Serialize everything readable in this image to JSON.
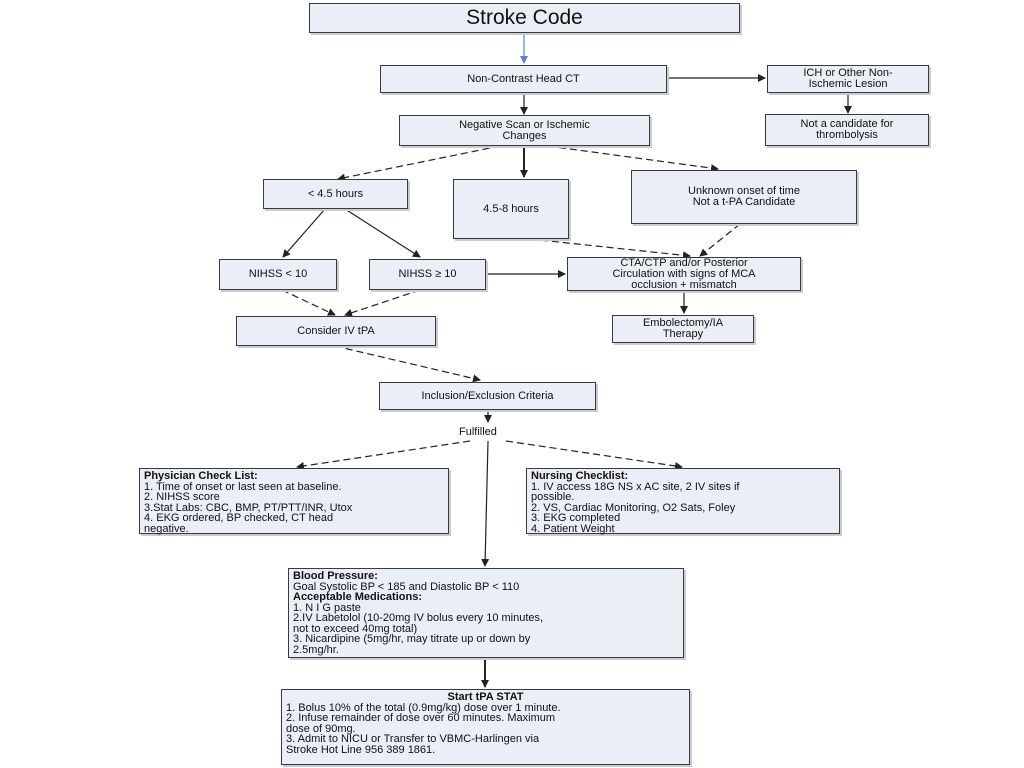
{
  "title": "Stroke Code",
  "nodes": {
    "ct": "Non-Contrast Head CT",
    "ich": [
      "ICH or Other Non-",
      "Ischemic Lesion"
    ],
    "not_candidate": [
      "Not a candidate for",
      "thrombolysis"
    ],
    "negative": [
      "Negative Scan or Ischemic",
      "Changes"
    ],
    "lt45": "< 4.5 hours",
    "h458": "4.5-8 hours",
    "unknown": [
      "Unknown onset of time",
      "Not a t-PA Candidate"
    ],
    "nihss_lt": "NIHSS < 10",
    "nihss_ge": "NIHSS ≥ 10",
    "cta": [
      "CTA/CTP and/or Posterior",
      "Circulation with signs of MCA",
      "occlusion + mismatch"
    ],
    "consider": "Consider IV tPA",
    "embolectomy": [
      "Embolectomy/IA",
      "Therapy"
    ],
    "criteria": "Inclusion/Exclusion Criteria",
    "fulfilled": "Fulfilled"
  },
  "physician": {
    "heading": "Physician Check List:",
    "items": [
      "1. Time of onset or last seen at baseline.",
      "2. NIHSS score",
      "3.Stat Labs: CBC, BMP, PT/PTT/INR, Utox",
      "4. EKG ordered, BP checked, CT head",
      "negative."
    ]
  },
  "nursing": {
    "heading": "Nursing Checklist:",
    "items": [
      "1. IV access 18G NS x AC site, 2 IV sites if",
      "possible.",
      "2. VS, Cardiac Monitoring, O2 Sats, Foley",
      "3. EKG completed",
      "4. Patient Weight"
    ]
  },
  "bp": {
    "heading": "Blood Pressure:",
    "goal": "Goal Systolic BP < 185 and Diastolic BP < 110",
    "meds_heading": "Acceptable Medications:",
    "items": [
      "1. N I G paste",
      "2.IV Labetolol (10-20mg IV bolus every 10 minutes,",
      "not to exceed 40mg total)",
      "3. Nicardipine (5mg/hr, may titrate up or down by",
      "2.5mg/hr."
    ]
  },
  "tpa": {
    "heading": "Start tPA STAT",
    "items": [
      "1. Bolus 10% of the total (0.9mg/kg) dose over 1 minute.",
      "2. Infuse remainder of dose over 60 minutes. Maximum",
      "dose of 90mg.",
      "3. Admit to NICU or Transfer to VBMC-Harlingen via",
      "Stroke Hot Line  956 389 1861."
    ]
  },
  "colors": {
    "box_fill": "#e9eef7",
    "box_border": "#3a3a3a",
    "first_arrow": "#5b84c4",
    "arrow": "#222222"
  }
}
